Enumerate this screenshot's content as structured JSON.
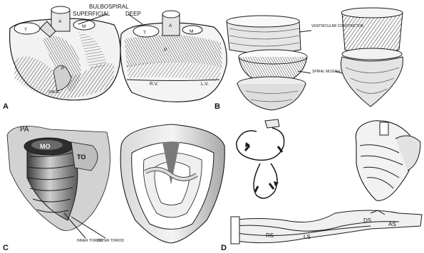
{
  "panels": {
    "A": {
      "letter": "A",
      "top_label": "BULBOSPIRAL",
      "superficial": "SUPERFICIAL",
      "deep": "DEEP",
      "left_heart": {
        "t": "T",
        "a": "A",
        "m": "M",
        "p": "P",
        "sinus": "SINUS"
      },
      "right_heart": {
        "t": "T",
        "a": "A",
        "m": "M",
        "p": "P",
        "rv": "R.V.",
        "lv": "L.V."
      }
    },
    "B": {
      "letter": "B",
      "constrictor": "VENTRICULAR CONSTRICTOR",
      "spiral": "SPIRAL MUSCLE"
    },
    "C": {
      "letter": "C",
      "pa": "PA",
      "mo": "MO",
      "to": "TO",
      "inner": "INNER TORIOD",
      "outer": "OUTER TORIOD"
    },
    "D": {
      "letter": "D",
      "rs": "RS",
      "ls": "LS",
      "ds": "DS",
      "as": "AS"
    }
  },
  "colors": {
    "ink": "#1a1a1a",
    "shade": "#8a8a8a",
    "paper": "#ffffff"
  }
}
